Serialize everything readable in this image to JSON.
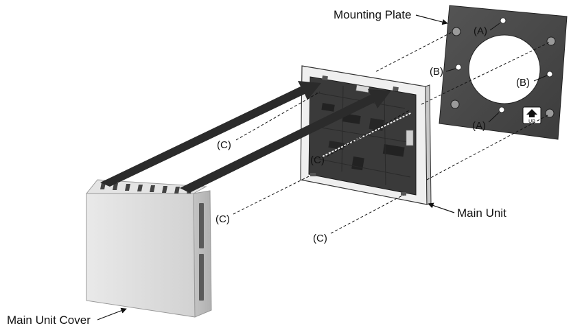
{
  "labels": {
    "mounting_plate": "Mounting Plate",
    "main_unit": "Main Unit",
    "main_unit_cover": "Main Unit Cover"
  },
  "hole_codes": {
    "a_top": "(A)",
    "a_bottom": "(A)",
    "b_left": "(B)",
    "b_right": "(B)",
    "c_1": "(C)",
    "c_2": "(C)",
    "c_3": "(C)",
    "c_4": "(C)"
  },
  "plate_marking": "UP",
  "colors": {
    "plate": "#4a4a4a",
    "unit_frame": "#e6e6e6",
    "pcb": "#3c3c3c",
    "cover": "#dcdcdc",
    "arrow": "#2b2b2b"
  }
}
